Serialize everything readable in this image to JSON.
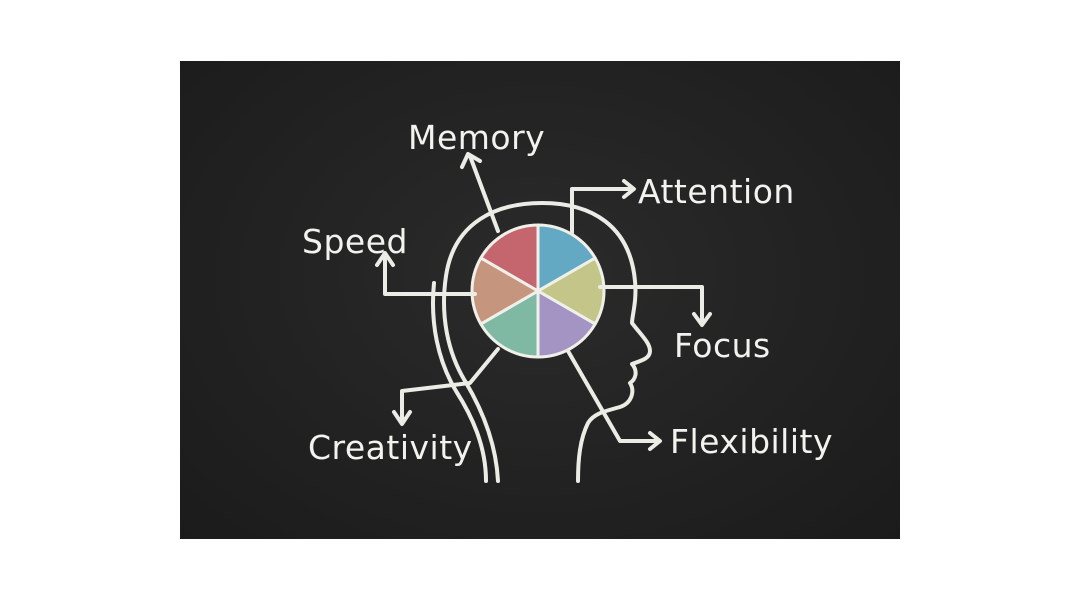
{
  "labels": {
    "memory": "Memory",
    "attention": "Attention",
    "speed": "Speed",
    "focus": "Focus",
    "creativity": "Creativity",
    "flexibility": "Flexibility"
  },
  "colors": {
    "board": "#222222",
    "chalk": "#ecece6",
    "segment_red": "#e0707a",
    "segment_blue": "#6fc0de",
    "segment_yellow": "#dfe29a",
    "segment_purple": "#b9a7de",
    "segment_green": "#8fd2b8",
    "segment_orange": "#e0a98c"
  },
  "segments": [
    {
      "name": "red",
      "color": "#e0707a"
    },
    {
      "name": "blue",
      "color": "#6fc0de"
    },
    {
      "name": "yellow",
      "color": "#dfe29a"
    },
    {
      "name": "purple",
      "color": "#b9a7de"
    },
    {
      "name": "green",
      "color": "#8fd2b8"
    },
    {
      "name": "orange",
      "color": "#e0a98c"
    }
  ]
}
